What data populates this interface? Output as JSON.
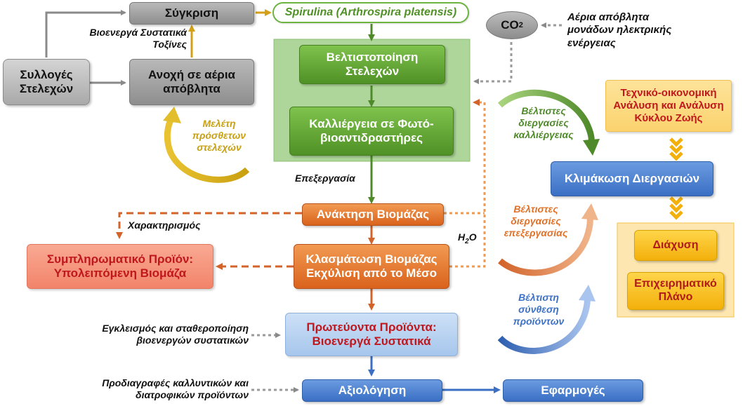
{
  "nodes": {
    "comparison": "Σύγκριση",
    "strain_collections": "Συλλογές Στελεχών",
    "gas_tolerance": "Ανοχή σε αέρια απόβλητα",
    "spirulina_name": "Spirulina",
    "spirulina_latin": "(Arthrospira platensis)",
    "co2": "CO",
    "co2_sub": "2",
    "strain_optimization": "Βελτιστοποίηση Στελεχών",
    "photobioreactor": "Καλλιέργεια σε Φωτό-βιοαντιδραστήρες",
    "biomass_recovery": "Ανάκτηση Βιομάζας",
    "fractionation": "Κλασμάτωση Βιομάζας Εκχύλιση από το Μέσο",
    "byproduct": "Συμπληρωματικό Προϊόν: Υπολειπόμενη Βιομάζα",
    "primary_products": "Πρωτεύοντα Προϊόντα: Βιοενεργά Συστατικά",
    "evaluation": "Αξιολόγηση",
    "applications": "Εφαρμογές",
    "techno_economic": "Τεχνικό-οικονομική Ανάλυση και Ανάλυση Κύκλου Ζωής",
    "scale_up": "Κλιμάκωση Διεργασιών",
    "dissemination": "Διάχυση",
    "business_plan": "Επιχειρηματικό Πλάνο"
  },
  "labels": {
    "bioactives_toxins": "Βιοενεργά Συστατικά Τοξίνες",
    "additional_strains": "Μελέτη πρόσθετων στελεχών",
    "power_plant_gases": "Αέρια απόβλητα μονάδων ηλεκτρικής ενέργειας",
    "processing": "Επεξεργασία",
    "characterization": "Χαρακτηρισμός",
    "water": "H",
    "water_sub": "2",
    "water_end": "O",
    "best_cultivation": "Βέλτιστες διεργασίες καλλιέργειας",
    "best_processing": "Βέλτιστες διεργασίες επεξεργασίας",
    "best_formulation": "Βέλτιστη σύνθεση προϊόντων",
    "encapsulation": "Εγκλεισμός και σταθεροποίηση βιοενεργών συστατικών",
    "specifications": "Προδιαγραφές καλλυντικών και διατροφικών προϊόντων"
  },
  "colors": {
    "gray": "#9a9a9a",
    "green": "#5a9a2e",
    "orange": "#e07127",
    "blue": "#3c71c6",
    "gold": "#f3b00b",
    "dark_red": "#c0171d",
    "olive_gold": "#c8a012"
  }
}
